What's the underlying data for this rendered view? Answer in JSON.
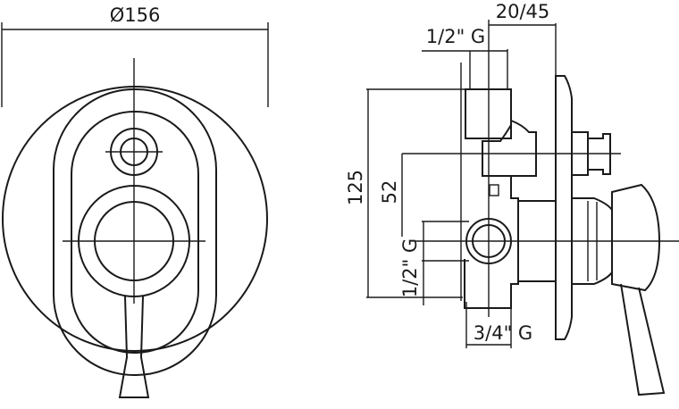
{
  "dimensions": {
    "diameter": "Ø156",
    "depth_range": "20/45",
    "top_inlet": "1/2\" G",
    "height": "125",
    "center_distance": "52",
    "side_inlet": "1/2\" G",
    "bottom_outlet": "3/4\" G"
  },
  "colors": {
    "line": "#1a1a1a",
    "background": "#ffffff"
  }
}
